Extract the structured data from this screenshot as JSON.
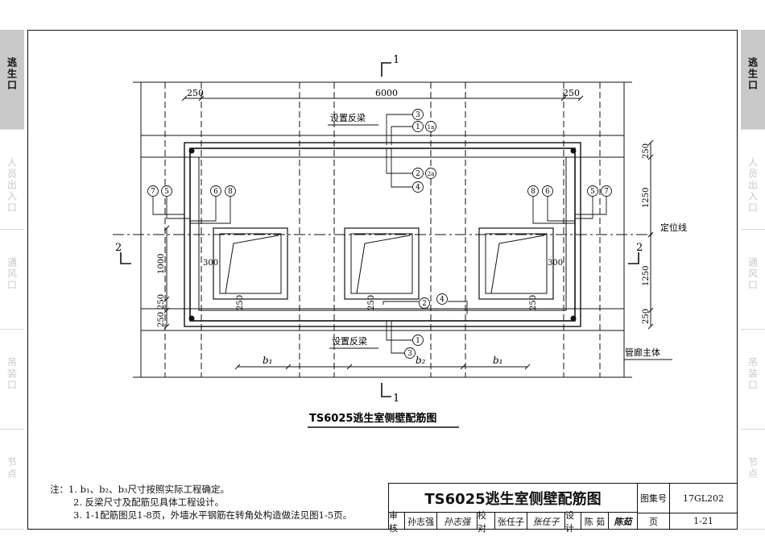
{
  "sidebar": {
    "items": [
      {
        "label": "逃生口",
        "active": true
      },
      {
        "label": "人员出入口",
        "active": false
      },
      {
        "label": "通风口",
        "active": false
      },
      {
        "label": "吊装口",
        "active": false
      },
      {
        "label": "节点",
        "active": false
      }
    ]
  },
  "drawing": {
    "title": "TS6025逃生室侧壁配筋图",
    "section_top": "1",
    "section_bottom": "1",
    "section_left": "2",
    "section_right": "2",
    "dims": {
      "overall": "6000",
      "left_250": "250",
      "right_250": "250",
      "v_250_top": "250",
      "v_1250_a": "1250",
      "v_1250_b": "1250",
      "v_250_bottom": "250",
      "left_1000": "1000",
      "left_250_a": "250",
      "left_250_b": "250",
      "opening_250_l": "250",
      "opening_250_m": "250",
      "opening_250_r": "250",
      "left_300": "300",
      "right_300": "300",
      "b1_left": "b₁",
      "b2": "b₂",
      "b1_right": "b₁"
    },
    "labels": {
      "beam_top": "设置反梁",
      "beam_bottom": "设置反梁",
      "position_line": "定位线",
      "pipe_body": "管廊主体"
    },
    "markers": {
      "m3_top": "3",
      "m1a_top": "1",
      "m1a_suffix": "1a",
      "m2a": "2",
      "m2a_suffix": "2a",
      "m4_top": "4",
      "left_7": "7",
      "left_5": "5",
      "left_6": "6",
      "left_8": "8",
      "right_8": "8",
      "right_6": "6",
      "right_5": "5",
      "right_7": "7",
      "bot_2": "2",
      "bot_4": "4",
      "bot_1": "1",
      "bot_3": "3"
    }
  },
  "notes": {
    "line1": "注：1. b₁、b₂、b₃尺寸按照实际工程确定。",
    "line2": "2. 反梁尺寸及配筋见具体工程设计。",
    "line3": "3. 1-1配筋图见1-8页，外墙水平钢筋在转角处构造做法见图1-5页。"
  },
  "title_block": {
    "title": "TS6025逃生室侧壁配筋图",
    "atlas_label": "图集号",
    "atlas_no": "17GL202",
    "page_label": "页",
    "page_no": "1-21",
    "review_label": "审核",
    "review_name": "孙志强",
    "review_sig": "孙志强",
    "check_label": "校对",
    "check_name": "张任子",
    "check_sig": "张任子",
    "design_label": "设计",
    "design_name": "陈 茹",
    "design_sig": "陈茹"
  }
}
